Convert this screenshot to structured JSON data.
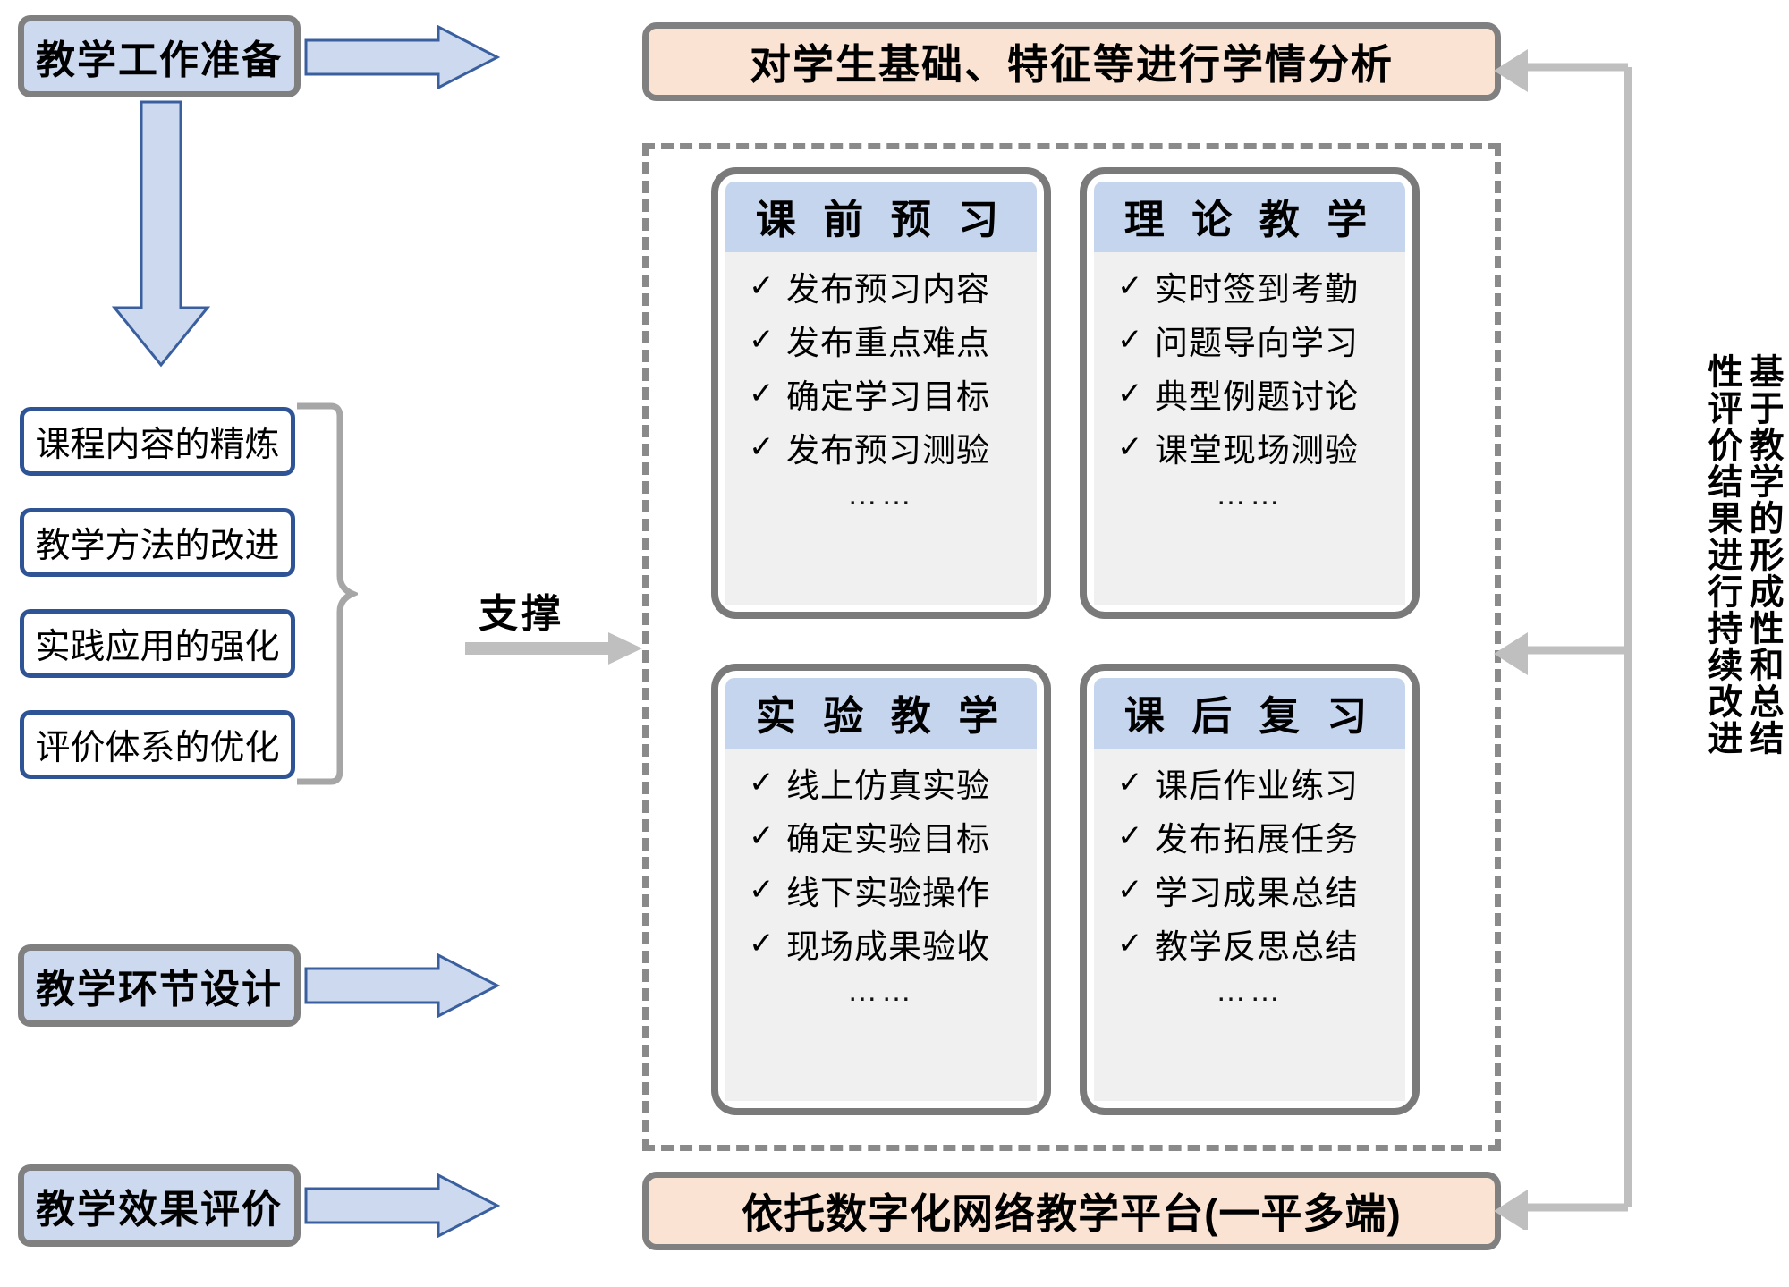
{
  "left_stages": [
    {
      "label": "教学工作准备",
      "name": "stage-teaching-preparation"
    },
    {
      "label": "教学环节设计",
      "name": "stage-teaching-phase-design"
    },
    {
      "label": "教学效果评价",
      "name": "stage-teaching-effect-evaluation"
    }
  ],
  "improvement_items": [
    "课程内容的精炼",
    "教学方法的改进",
    "实践应用的强化",
    "评价体系的优化"
  ],
  "support_label": "支撑",
  "banners": {
    "top": "对学生基础、特征等进行学情分析",
    "bottom": "依托数字化网络教学平台(一平多端)"
  },
  "cards": [
    {
      "title": "课 前 预 习",
      "items": [
        "发布预习内容",
        "发布重点难点",
        "确定学习目标",
        "发布预习测验"
      ],
      "more": "……"
    },
    {
      "title": "理 论 教 学",
      "items": [
        "实时签到考勤",
        "问题导向学习",
        "典型例题讨论",
        "课堂现场测验"
      ],
      "more": "……"
    },
    {
      "title": "实 验 教 学",
      "items": [
        "线上仿真实验",
        "确定实验目标",
        "线下实验操作",
        "现场成果验收"
      ],
      "more": "……"
    },
    {
      "title": "课 后 复 习",
      "items": [
        "课后作业练习",
        "发布拓展任务",
        "学习成果总结",
        "教学反思总结"
      ],
      "more": "……"
    }
  ],
  "check_glyph": "✓",
  "feedback_text_right": "基于教学的形成性和总结",
  "feedback_text_left": "性评价结果进行持续改进",
  "colors": {
    "stage_fill": "#ccd9ef",
    "stage_border": "#808080",
    "banner_fill": "#fae3d2",
    "card_header": "#c5d5ee",
    "card_body": "#f0f0f0",
    "card_border": "#7a7a7a",
    "outline_border": "#2f5496",
    "arrow_blue_fill": "#ccd9ef",
    "arrow_blue_stroke": "#3a5f9e",
    "arrow_gray": "#bfbfbf"
  }
}
